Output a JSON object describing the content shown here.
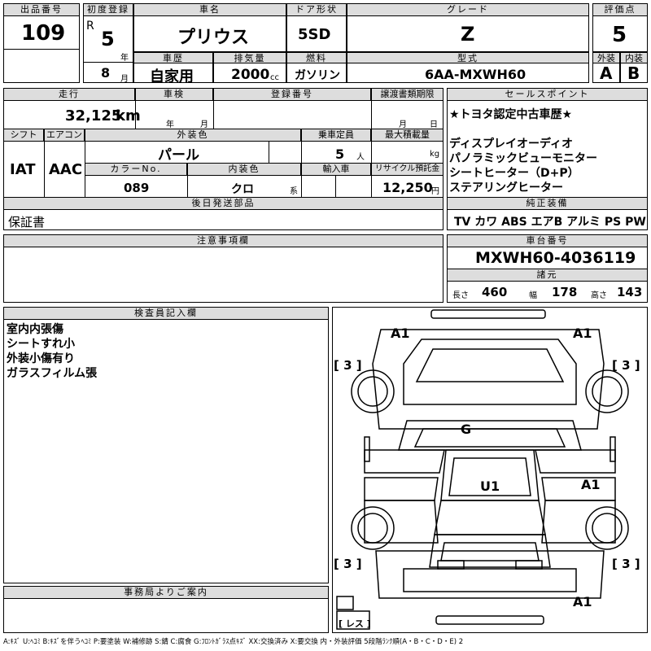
{
  "header": {
    "lot_no_label": "出品番号",
    "lot_no": "109",
    "first_reg_label": "初度登録",
    "era": "R",
    "year": "5",
    "year_unit": "年",
    "month": "8",
    "month_unit": "月",
    "name_label": "車名",
    "name": "プリウス",
    "door_label": "ドア形状",
    "door": "5SD",
    "grade_label": "グレード",
    "grade": "Z",
    "score_label": "評価点",
    "score": "5",
    "history_label": "車歴",
    "history": "自家用",
    "displacement_label": "排気量",
    "displacement": "2000",
    "displacement_unit": "cc",
    "fuel_label": "燃料",
    "fuel": "ガソリン",
    "model_label": "型式",
    "model": "6AA-MXWH60",
    "ext_label": "外装",
    "ext_grade": "A",
    "int_label": "内装",
    "int_grade": "B"
  },
  "row2": {
    "mileage_label": "走行",
    "mileage": "32,125",
    "mileage_unit": "km",
    "inspection_label": "車検",
    "inspection_year_unit": "年",
    "inspection_month_unit": "月",
    "reg_no_label": "登録番号",
    "transfer_label": "譲渡書類期限",
    "transfer_month_unit": "月",
    "transfer_day_unit": "日",
    "shift_label": "シフト",
    "shift": "IAT",
    "ac_label": "エアコン",
    "ac": "AAC",
    "color_label": "外装色",
    "color": "パール",
    "capacity_label": "乗車定員",
    "capacity": "5",
    "capacity_unit": "人",
    "load_label": "最大積載量",
    "load_unit": "kg",
    "color_no_label": "カラーNo.",
    "color_no": "089",
    "int_color_label": "内装色",
    "int_color": "クロ",
    "int_color_unit": "系",
    "import_label": "輸入車",
    "recycle_label": "リサイクル預託金",
    "recycle": "12,250",
    "recycle_unit": "円"
  },
  "later_parts": {
    "label": "後日発送部品",
    "value": "保証書"
  },
  "sales_points": {
    "label": "セールスポイント",
    "lines": [
      "★トヨタ認定中古車歴★",
      "",
      "ディスプレイオーディオ",
      "パノラミックビューモニター",
      "シートヒーター（D+P）",
      "ステアリングヒーター"
    ]
  },
  "equipment": {
    "label": "純正装備",
    "items": "TV  カワ  ABS  エアB  アルミ  PS  PW"
  },
  "notes": {
    "label": "注意事項欄"
  },
  "chassis": {
    "label": "車台番号",
    "value": "MXWH60-4036119"
  },
  "specs": {
    "label": "諸元",
    "length_label": "長さ",
    "length": "460",
    "width_label": "幅",
    "width": "178",
    "height_label": "高さ",
    "height": "143"
  },
  "inspector": {
    "label": "検査員記入欄",
    "lines": [
      "室内内張傷",
      "シートすれ小",
      "外装小傷有り",
      "ガラスフィルム張"
    ]
  },
  "office": {
    "label": "事務局よりご案内"
  },
  "diagram": {
    "marks": {
      "a1_front_left": "A1",
      "a1_front_right": "A1",
      "g_windshield": "G",
      "u1_roof": "U1",
      "a1_right_door": "A1",
      "a1_rear_right": "A1",
      "tire_fl": "[ 3 ]",
      "tire_fr": "[ 3 ]",
      "tire_rl": "[ 3 ]",
      "tire_rr": "[ 3 ]",
      "spare": "[ レス ]"
    }
  },
  "legend": "A:ｷｽﾞ  U:ﾍｺﾐ  B:ｷｽﾞを伴うﾍｺﾐ  P:要塗装  W:補修跡  S:錆  C:腐食  G:ﾌﾛﾝﾄｶﾞﾗｽ点ｷｽﾞ  XX:交換済み  X:要交換  内・外装評価  5段階ﾗﾝｸ順(A・B・C・D・E) 2"
}
